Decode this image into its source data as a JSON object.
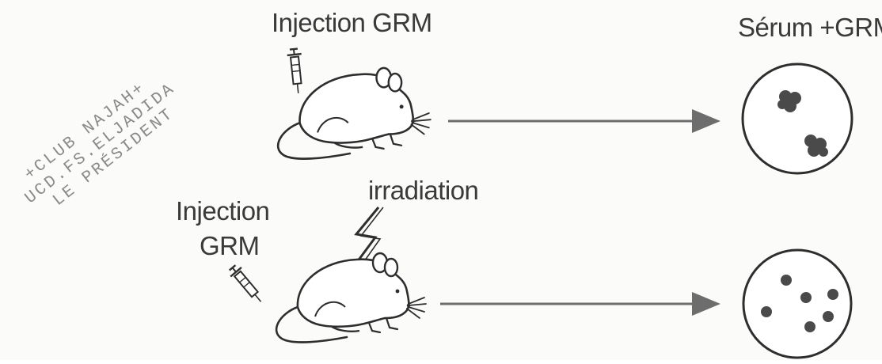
{
  "stamp": {
    "line1": "+CLUB NAJAH+",
    "line2": "UCD.FS.ELJADIDA",
    "line3": "LE PRÉSIDENT"
  },
  "labels": {
    "top_injection": "Injection GRM",
    "serum": "Sérum +GRM",
    "irradiation": "irradiation",
    "bottom_injection_line1": "Injection",
    "bottom_injection_line2": "GRM"
  },
  "icons": {
    "mouse": "mouse-icon",
    "syringe": "syringe-icon",
    "lightning": "lightning-bolt-icon",
    "dish": "petri-dish-icon"
  },
  "colors": {
    "ink": "#2e2e2e",
    "arrow": "#6d6d6d",
    "colony": "#4a4a4a",
    "stamp": "#8a8a8a"
  }
}
